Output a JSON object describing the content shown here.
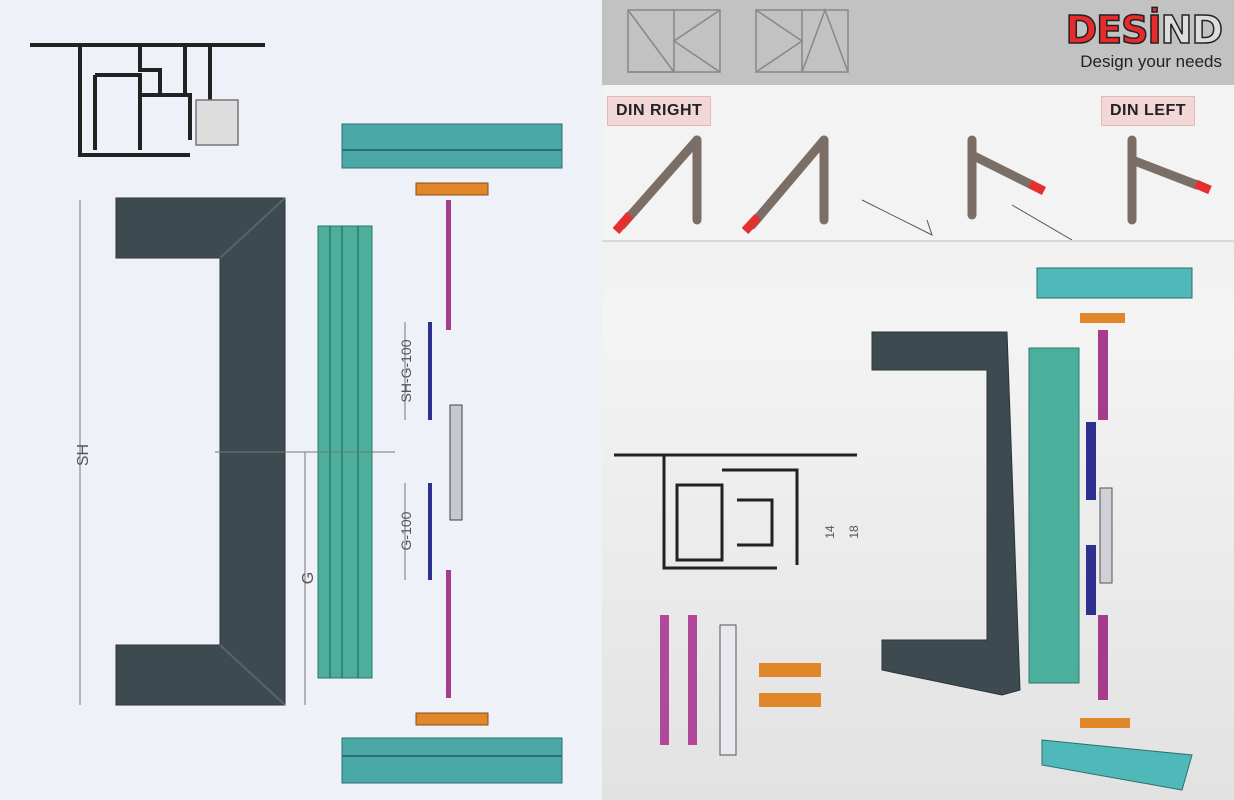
{
  "brand": {
    "logo_text": "DESIND",
    "tagline": "Design your needs"
  },
  "labels": {
    "din_right": "DIN RIGHT",
    "din_left": "DIN LEFT"
  },
  "dimensions": {
    "sash_height": "SH",
    "handle_height": "G",
    "upper_span": "SH-G-100",
    "lower_span": "G-100",
    "profile_dim_a": "14",
    "profile_dim_b": "18"
  },
  "colors": {
    "frame": "#3d4b51",
    "glazing_bead": "#4caf9c",
    "profile": "#4aa9a6",
    "keeper": "#e0872a",
    "rod": "#a63c8c",
    "bar": "#2e2f8f",
    "handle_tip": "#e53030"
  }
}
